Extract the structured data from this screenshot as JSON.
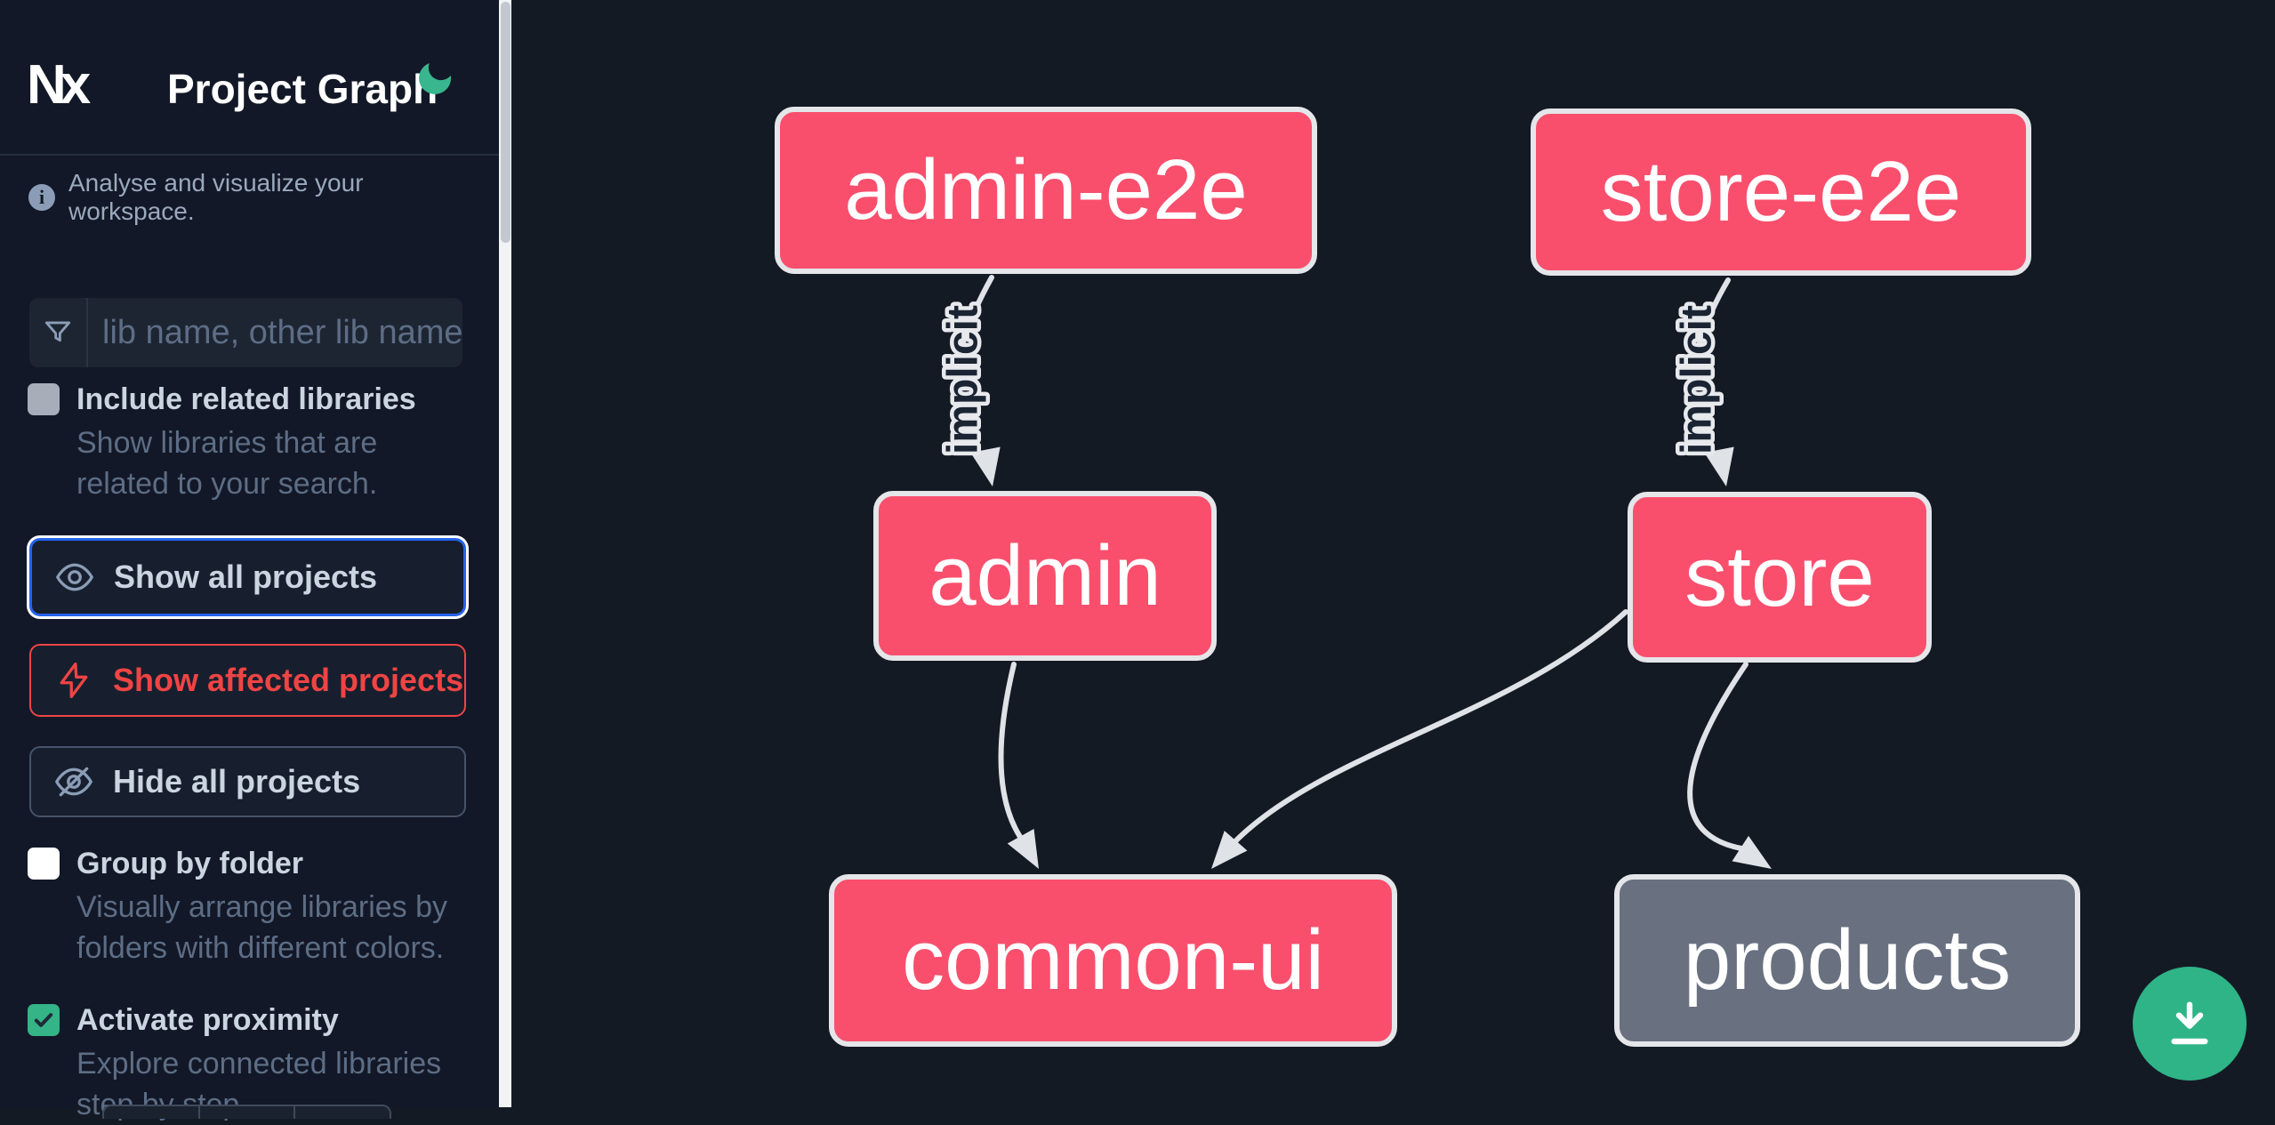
{
  "header": {
    "logo_text": "Nx",
    "title": "Project Graph"
  },
  "sidebar": {
    "tagline": "Analyse and visualize your workspace.",
    "search": {
      "placeholder": "lib name, other lib name"
    },
    "include_related": {
      "label": "Include related libraries",
      "description": "Show libraries that are related to your search.",
      "checked": false
    },
    "actions": {
      "show_all": "Show all projects",
      "show_affected": "Show affected projects",
      "hide_all": "Hide all projects"
    },
    "group_by_folder": {
      "label": "Group by folder",
      "description": "Visually arrange libraries by folders with different colors.",
      "checked": false
    },
    "activate_proximity": {
      "label": "Activate proximity",
      "description": "Explore connected libraries step by step.",
      "checked": true
    }
  },
  "graph": {
    "nodes": {
      "admin_e2e": {
        "label": "admin-e2e",
        "color": "#f94f6d"
      },
      "store_e2e": {
        "label": "store-e2e",
        "color": "#f94f6d"
      },
      "admin": {
        "label": "admin",
        "color": "#f94f6d"
      },
      "store": {
        "label": "store",
        "color": "#f94f6d"
      },
      "common_ui": {
        "label": "common-ui",
        "color": "#f94f6d"
      },
      "products": {
        "label": "products",
        "color": "#697180"
      }
    },
    "edges": [
      {
        "from": "admin-e2e",
        "to": "admin",
        "label": "implicit"
      },
      {
        "from": "store-e2e",
        "to": "store",
        "label": "implicit"
      },
      {
        "from": "admin",
        "to": "common-ui",
        "label": ""
      },
      {
        "from": "store",
        "to": "common-ui",
        "label": ""
      },
      {
        "from": "store",
        "to": "products",
        "label": ""
      }
    ]
  },
  "colors": {
    "sidebar_bg": "#121827",
    "canvas_bg": "#141a24",
    "node_highlight": "#f94f6d",
    "node_default": "#697180",
    "accent_green": "#38b68e",
    "focus_blue": "#2563eb",
    "affected_red": "#ef4444"
  }
}
